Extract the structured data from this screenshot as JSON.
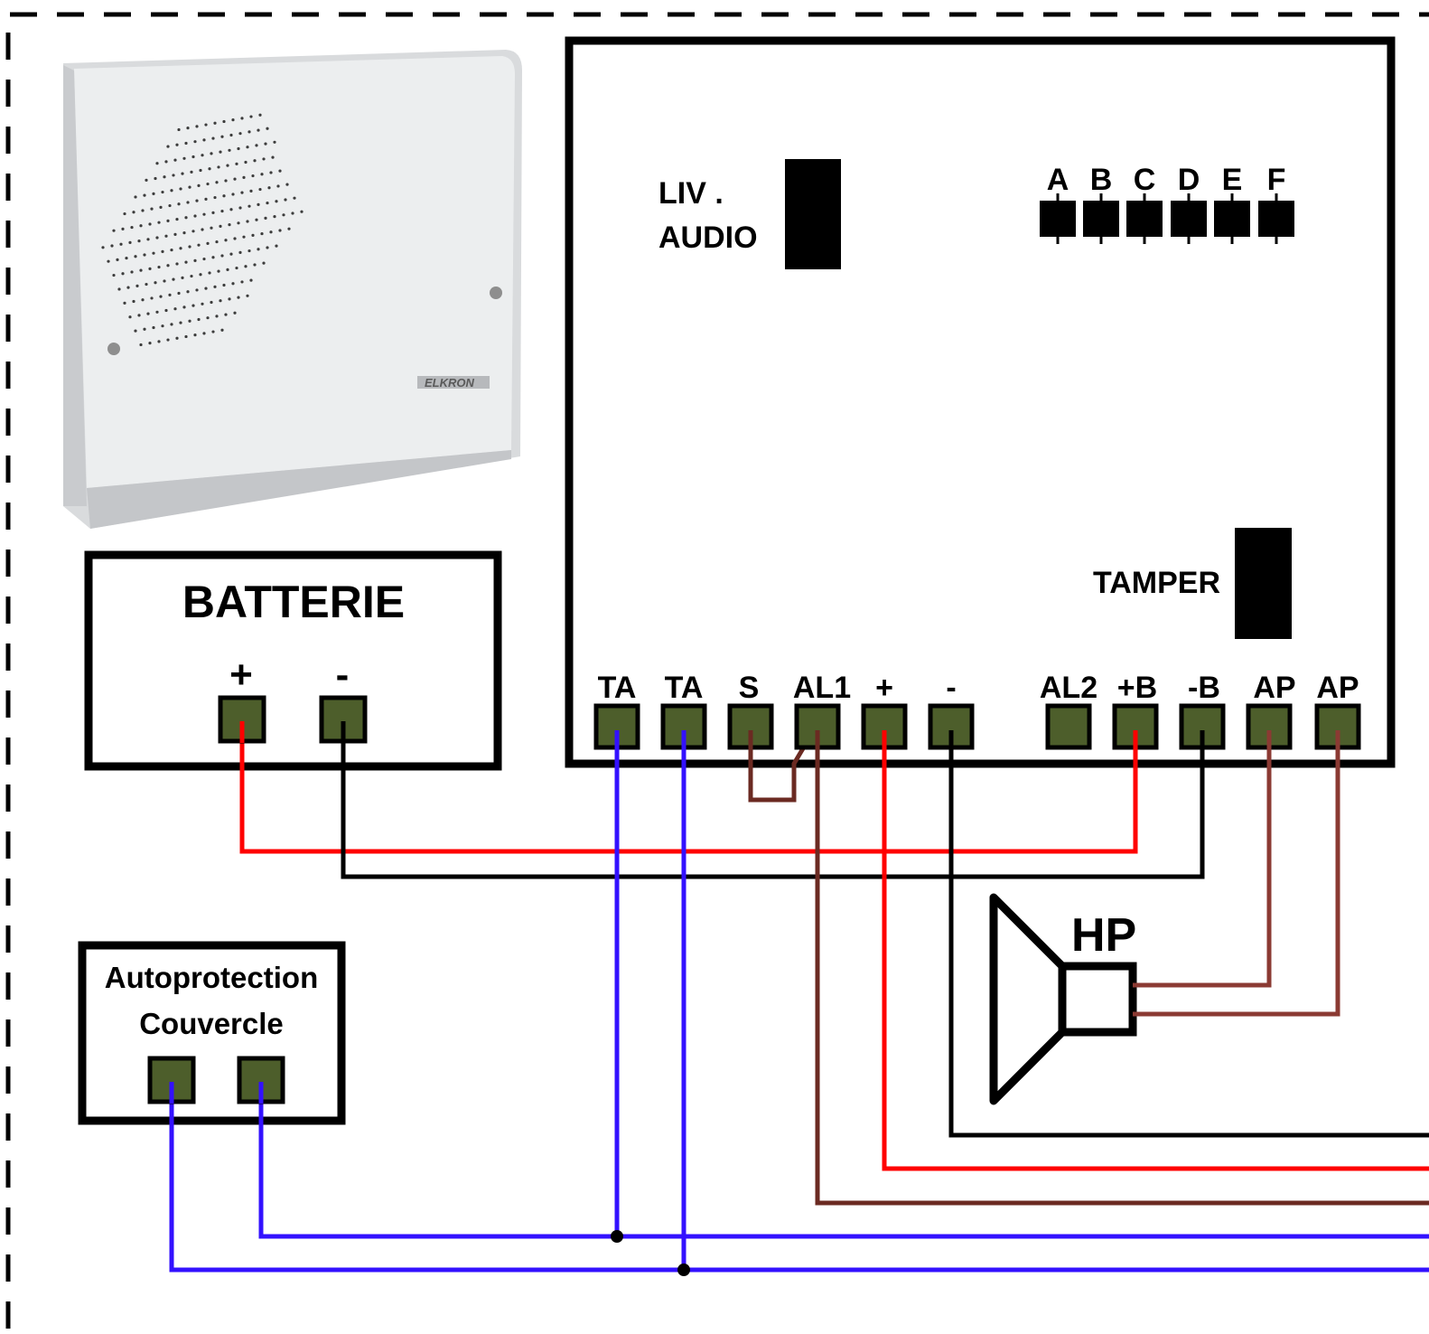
{
  "siren_unit": {
    "brand": "ELKRON",
    "audio_level_label_line1": "LIV .",
    "audio_level_label_line2": "AUDIO",
    "tamper_label": "TAMPER",
    "jumpers": [
      "A",
      "B",
      "C",
      "D",
      "E",
      "F"
    ],
    "terminals": [
      "TA",
      "TA",
      "S",
      "AL1",
      "+",
      "-",
      "AL2",
      "+B",
      "-B",
      "AP",
      "AP"
    ]
  },
  "battery": {
    "title": "BATTERIE",
    "terminals": [
      "+",
      "-"
    ]
  },
  "lid_tamper": {
    "title_line1": "Autoprotection",
    "title_line2": "Couvercle"
  },
  "speaker": {
    "label": "HP"
  },
  "colors": {
    "wire_red": "#ff0000",
    "wire_black": "#000000",
    "wire_blue": "#3311ff",
    "wire_brown": "#6b2a22",
    "wire_speaker": "#8b3a33",
    "terminal_fill": "#4d5e2b"
  }
}
